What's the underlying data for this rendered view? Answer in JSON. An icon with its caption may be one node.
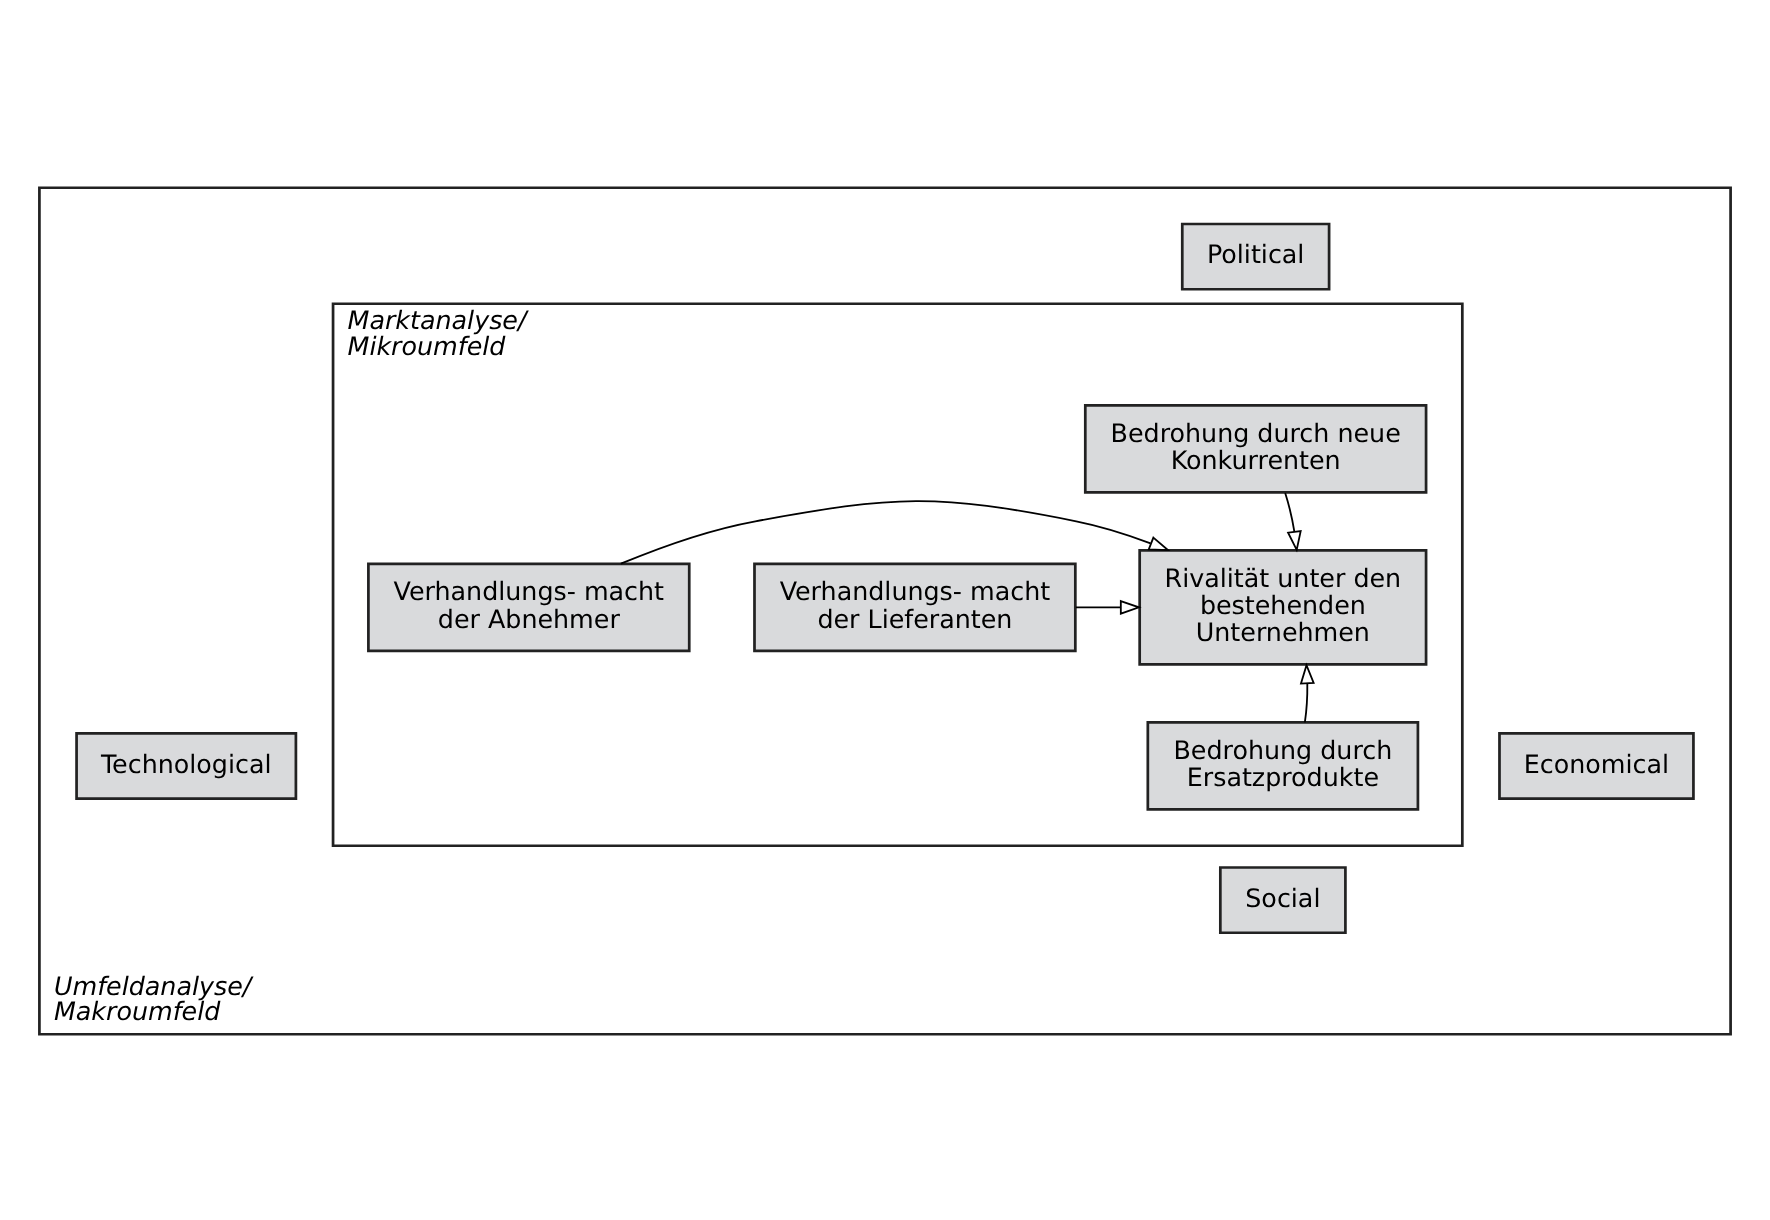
{
  "diagram": {
    "nodes": [
      {
        "text": [
          "Umfeldanalyse/ Makroumfeld"
        ]
      },
      {
        "text": [
          "Political"
        ],
        "in": 0
      },
      {
        "text": [
          "Marktanalyse/ Mikroumfeld"
        ],
        "in": 0
      },
      {
        "text": [
          "Bedrohung durch neue Konkurrenten"
        ],
        "in": 2
      },
      {
        "text": [
          "Technological"
        ],
        "in": 0
      },
      {
        "text": [
          "Verhandlungs- macht der Lieferanten"
        ],
        "in": 2
      },
      {
        "text": [
          "Rivalität unter den bestehenden Unternehmen"
        ],
        "in": 2
      },
      {
        "text": [
          "Verhandlungs- macht der Abnehmer"
        ],
        "in": 2
      },
      {
        "text": [
          "Economical"
        ],
        "in": 0
      },
      {
        "text": [
          "Bedrohung durch Ersatzprodukte"
        ],
        "in": 2
      },
      {
        "text": [
          "Social"
        ],
        "in": 0
      }
    ],
    "edges": [
      {
        "from": 3,
        "to": 6,
        "arrow": "to"
      },
      {
        "from": 5,
        "to": 6,
        "arrow": "to"
      },
      {
        "from": 7,
        "to": 6,
        "arrow": "to"
      },
      {
        "from": 9,
        "to": 6,
        "arrow": "to"
      }
    ]
  }
}
